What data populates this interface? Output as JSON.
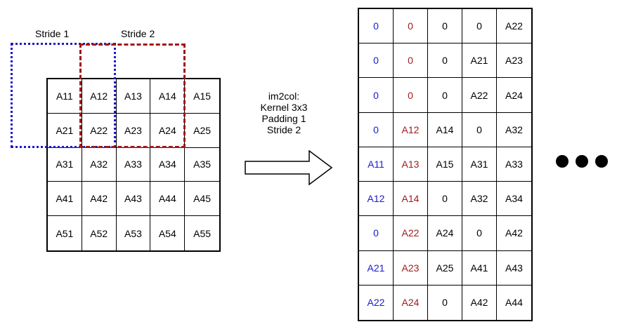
{
  "labels": {
    "stride1": "Stride 1",
    "stride2": "Stride 2"
  },
  "input_matrix": [
    [
      "A11",
      "A12",
      "A13",
      "A14",
      "A15"
    ],
    [
      "A21",
      "A22",
      "A23",
      "A24",
      "A25"
    ],
    [
      "A31",
      "A32",
      "A33",
      "A34",
      "A35"
    ],
    [
      "A41",
      "A42",
      "A43",
      "A44",
      "A45"
    ],
    [
      "A51",
      "A52",
      "A53",
      "A54",
      "A55"
    ]
  ],
  "caption": {
    "line1": "im2col:",
    "line2": "Kernel 3x3",
    "line3": "Padding 1",
    "line4": "Stride 2"
  },
  "output_matrix": [
    [
      "0",
      "0",
      "0",
      "0",
      "A22"
    ],
    [
      "0",
      "0",
      "0",
      "A21",
      "A23"
    ],
    [
      "0",
      "0",
      "0",
      "A22",
      "A24"
    ],
    [
      "0",
      "A12",
      "A14",
      "0",
      "A32"
    ],
    [
      "A11",
      "A13",
      "A15",
      "A31",
      "A33"
    ],
    [
      "A12",
      "A14",
      "0",
      "A32",
      "A34"
    ],
    [
      "0",
      "A22",
      "A24",
      "0",
      "A42"
    ],
    [
      "A21",
      "A23",
      "A25",
      "A41",
      "A43"
    ],
    [
      "A22",
      "A24",
      "0",
      "A42",
      "A44"
    ]
  ],
  "column_colors": [
    "#1a1acc",
    "#9b1b1b",
    "#000000",
    "#000000",
    "#000000"
  ],
  "window_colors": {
    "stride1": "#1a1acc",
    "stride2": "#9b1b1b"
  }
}
